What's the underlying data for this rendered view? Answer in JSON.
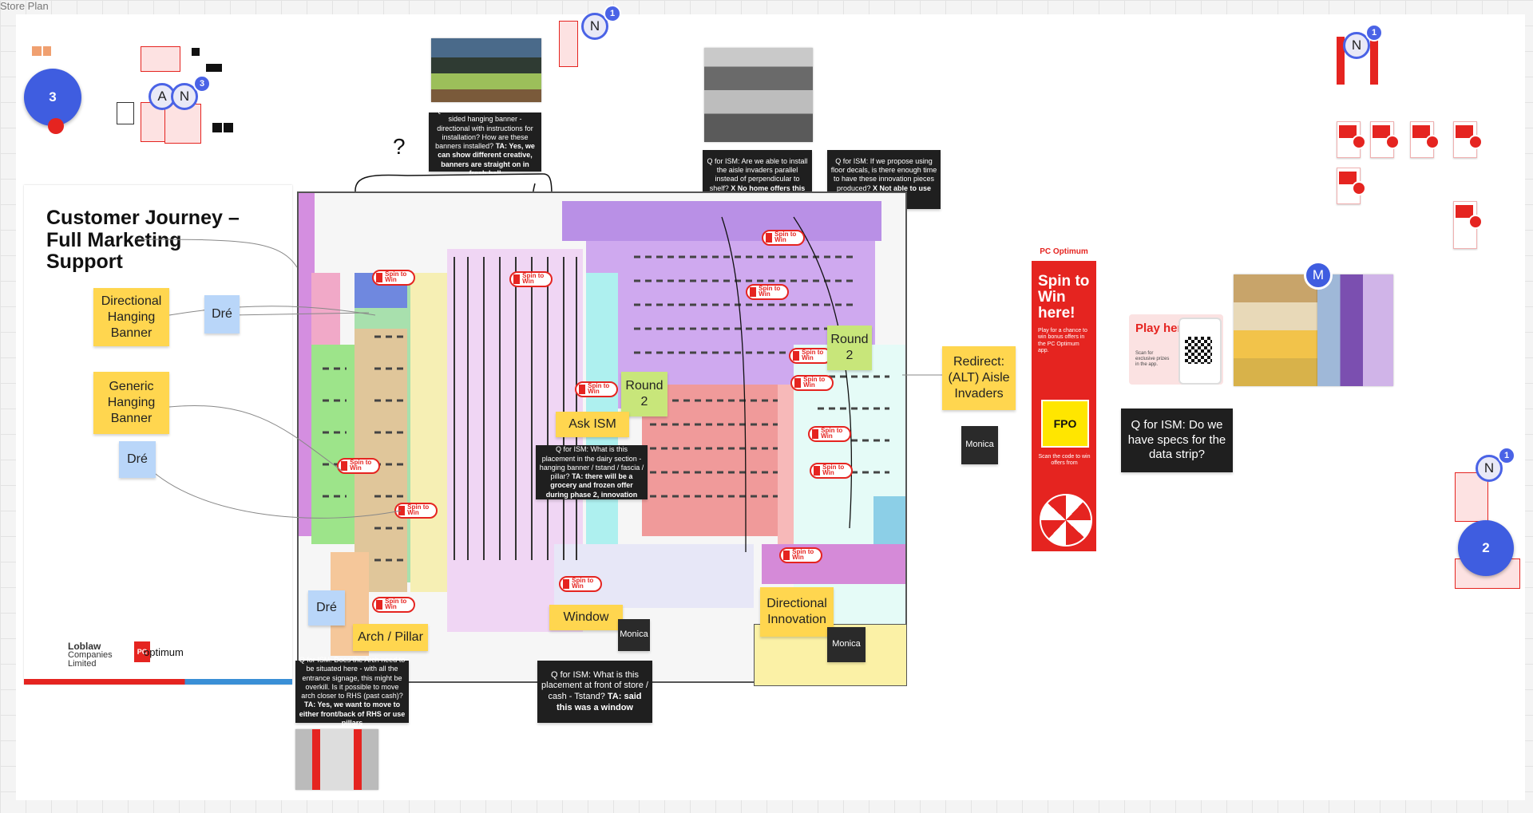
{
  "board": {
    "label": "Store Plan"
  },
  "slide": {
    "title": "Customer Journey – Full Marketing Support",
    "logo_loblaw_1": "Loblaw",
    "logo_loblaw_2": "Companies",
    "logo_loblaw_3": "Limited",
    "logo_pc": "PC",
    "logo_optimum": "optimum"
  },
  "stickies": {
    "directional_hanging_banner": "Directional Hanging Banner",
    "generic_hanging_banner": "Generic Hanging Banner",
    "dre": "Dré",
    "round2": "Round 2",
    "ask_ism": "Ask ISM",
    "arch_pillar": "Arch / Pillar",
    "window": "Window",
    "directional_innovation": "Directional Innovation",
    "redirect_aisle": "Redirect: (ALT) Aisle Invaders",
    "monica": "Monica",
    "q_data_strip": "Q for ISM: Do we have specs for the data strip?"
  },
  "notes": {
    "banner_q": "Q for ISM: Can we do a double sided hanging banner - directional with instructions for installation? How are these banners installed?",
    "banner_a": "TA: Yes, we can show different creative, banners are straight on in fresh hall",
    "aisle_q": "Q for ISM: Are we able to install the aisle invaders parallel instead of perpendicular to shelf?",
    "aisle_a": "X No home offers this round X",
    "decal_q": "Q for ISM: If we propose using floor decals, is there enough time to have these innovation pieces produced?",
    "decal_a": "X Not able to use decals X",
    "dairy_q": "Q for ISM: What is this placement in the dairy section - hanging banner / tstand / fascia / pillar?",
    "dairy_a": "TA: there will be a grocery and frozen offer during phase 2, innovation",
    "arch_q": "Q for ISM: Does the Arch need to be situated here - with all the entrance signage, this might be overkill. Is it possible to move arch closer to RHS (past cash)?",
    "arch_a": "TA: Yes, we want to move to either front/back of RHS or use pillars",
    "window_q": "Q for ISM: What is this placement at front of store / cash - Tstand?",
    "window_a": "TA: said this was a window"
  },
  "spin_label": "Spin to Win",
  "poster": {
    "brand": "PC Optimum",
    "headline": "Spin to Win here!",
    "body": "Play for a chance to win bonus offers in the PC Optimum app.",
    "fpo": "FPO",
    "scan": "Scan the code to win offers from"
  },
  "play_card": {
    "title": "Play here!",
    "body": "Scan for exclusive prizes in the app."
  },
  "pins": {
    "n": "N",
    "a": "A",
    "m": "M",
    "count_3": "3",
    "count_1": "1",
    "count_2": "2"
  },
  "question_mark": "?",
  "colors": {
    "accent": "#3f5de0",
    "brand_red": "#e52420",
    "sticky_yellow": "#ffd64f"
  }
}
